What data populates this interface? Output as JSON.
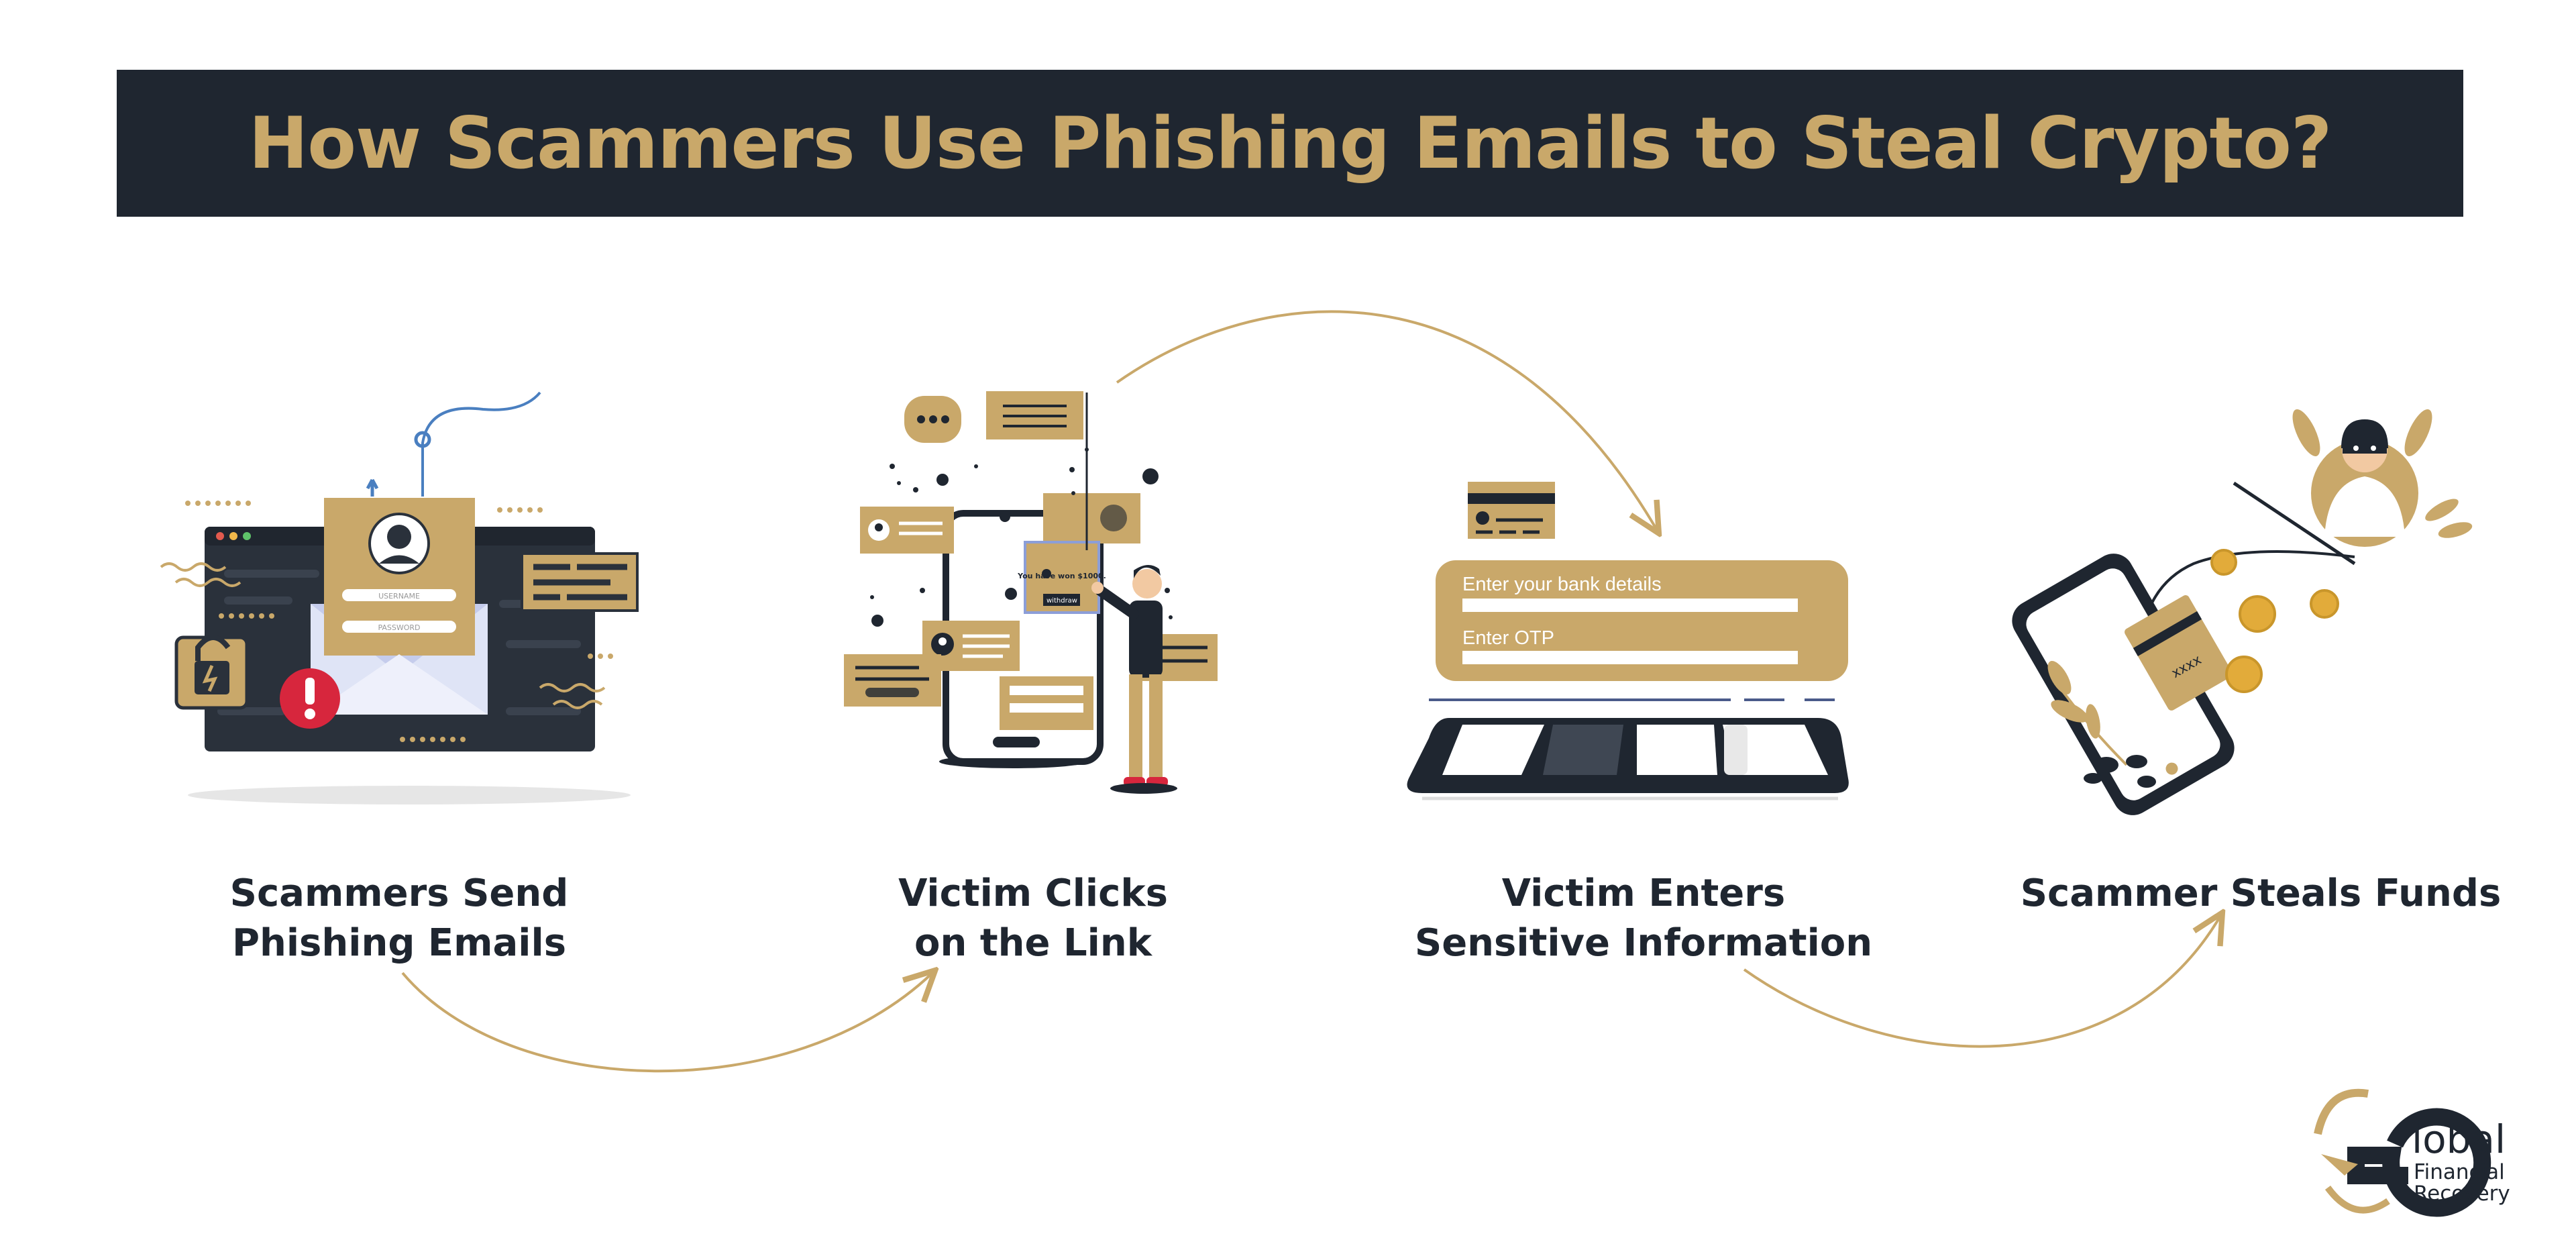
{
  "title": "How Scammers Use Phishing Emails to Steal Crypto?",
  "steps": [
    {
      "label": "Scammers Send Phishing Emails",
      "line1": "Scammers Send",
      "line2": "Phishing Emails"
    },
    {
      "label": "Victim Clicks on the Link",
      "line1": "Victim Clicks",
      "line2": "on the Link"
    },
    {
      "label": "Victim Enters Sensitive Information",
      "line1": "Victim Enters",
      "line2": "Sensitive Information"
    },
    {
      "label": "Scammer Steals Funds",
      "line1": "Scammer Steals Funds"
    }
  ],
  "illustrations": {
    "email_form": {
      "username": "USERNAME",
      "password": "PASSWORD"
    },
    "phone_popup": {
      "message": "You have won $1000.",
      "button": "withdraw"
    },
    "bank_form": {
      "bank_details_label": "Enter your bank details",
      "otp_label": "Enter OTP"
    },
    "card_mask": "xxxx"
  },
  "logo": {
    "initial": "G",
    "name": "lobal",
    "line2": "Financial",
    "line3": "Recovery"
  },
  "colors": {
    "gold": "#c9a86a",
    "dark": "#1f2630",
    "alert_red": "#d7263d",
    "blue": "#4a7fc0"
  }
}
